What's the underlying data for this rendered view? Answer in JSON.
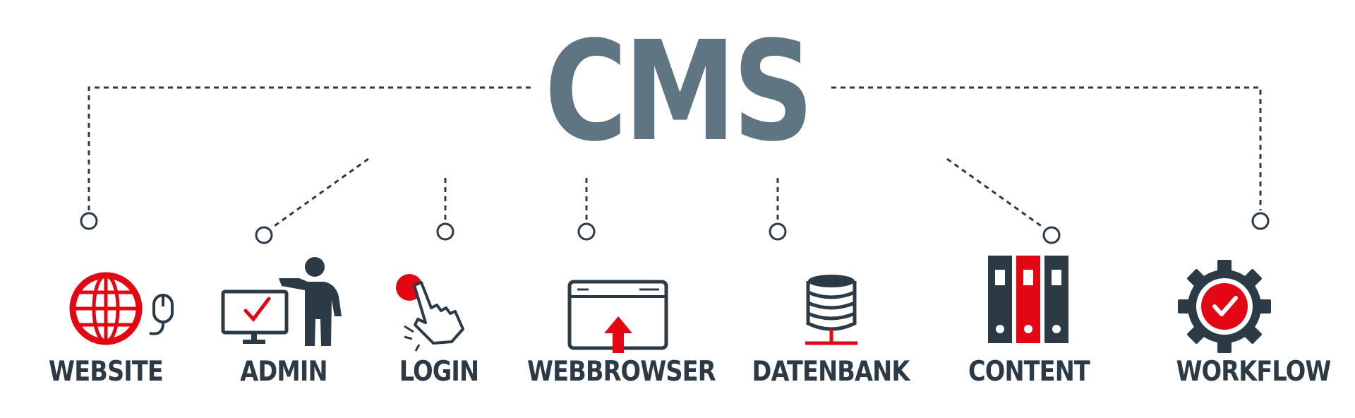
{
  "title": "CMS",
  "colors": {
    "title": "#5f7581",
    "icon": "#2b3a45",
    "accent": "#e30613"
  },
  "items": [
    {
      "label": "WEBSITE",
      "icon": "globe-with-mouse-icon"
    },
    {
      "label": "ADMIN",
      "icon": "presenter-monitor-icon"
    },
    {
      "label": "LOGIN",
      "icon": "pointer-hand-icon"
    },
    {
      "label": "WEBBROWSER",
      "icon": "browser-upload-icon"
    },
    {
      "label": "DATENBANK",
      "icon": "database-icon"
    },
    {
      "label": "CONTENT",
      "icon": "binders-icon"
    },
    {
      "label": "WORKFLOW",
      "icon": "gear-check-icon"
    }
  ]
}
